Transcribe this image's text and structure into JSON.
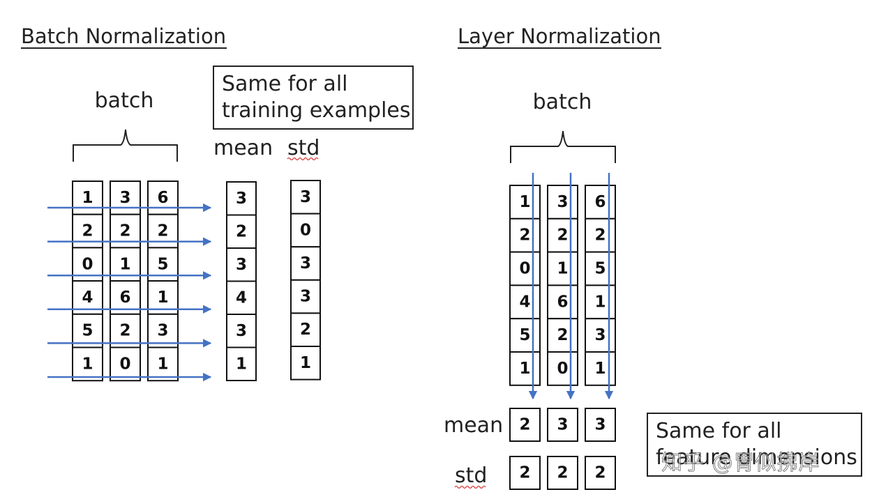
{
  "batch_norm": {
    "title": "Batch Normalization",
    "brace_label": "batch",
    "note_lines": [
      "Same for all",
      "training examples"
    ],
    "mean_label": "mean",
    "std_label": "std",
    "matrix": [
      [
        1,
        3,
        6
      ],
      [
        2,
        2,
        2
      ],
      [
        0,
        1,
        5
      ],
      [
        4,
        6,
        1
      ],
      [
        5,
        2,
        3
      ],
      [
        1,
        0,
        1
      ]
    ],
    "mean": [
      3,
      2,
      3,
      4,
      3,
      1
    ],
    "std": [
      3,
      0,
      3,
      3,
      2,
      1
    ]
  },
  "layer_norm": {
    "title": "Layer Normalization",
    "brace_label": "batch",
    "note_lines": [
      "Same for all",
      "feature dimensions"
    ],
    "mean_label": "mean",
    "std_label": "std",
    "matrix": [
      [
        1,
        3,
        6
      ],
      [
        2,
        2,
        2
      ],
      [
        0,
        1,
        5
      ],
      [
        4,
        6,
        1
      ],
      [
        5,
        2,
        3
      ],
      [
        1,
        0,
        1
      ]
    ],
    "mean": [
      2,
      3,
      3
    ],
    "std": [
      2,
      2,
      2
    ]
  },
  "watermark": "知乎 @胃似拂岸",
  "colors": {
    "arrow": "#4472c4",
    "squiggle": "#d83030"
  }
}
